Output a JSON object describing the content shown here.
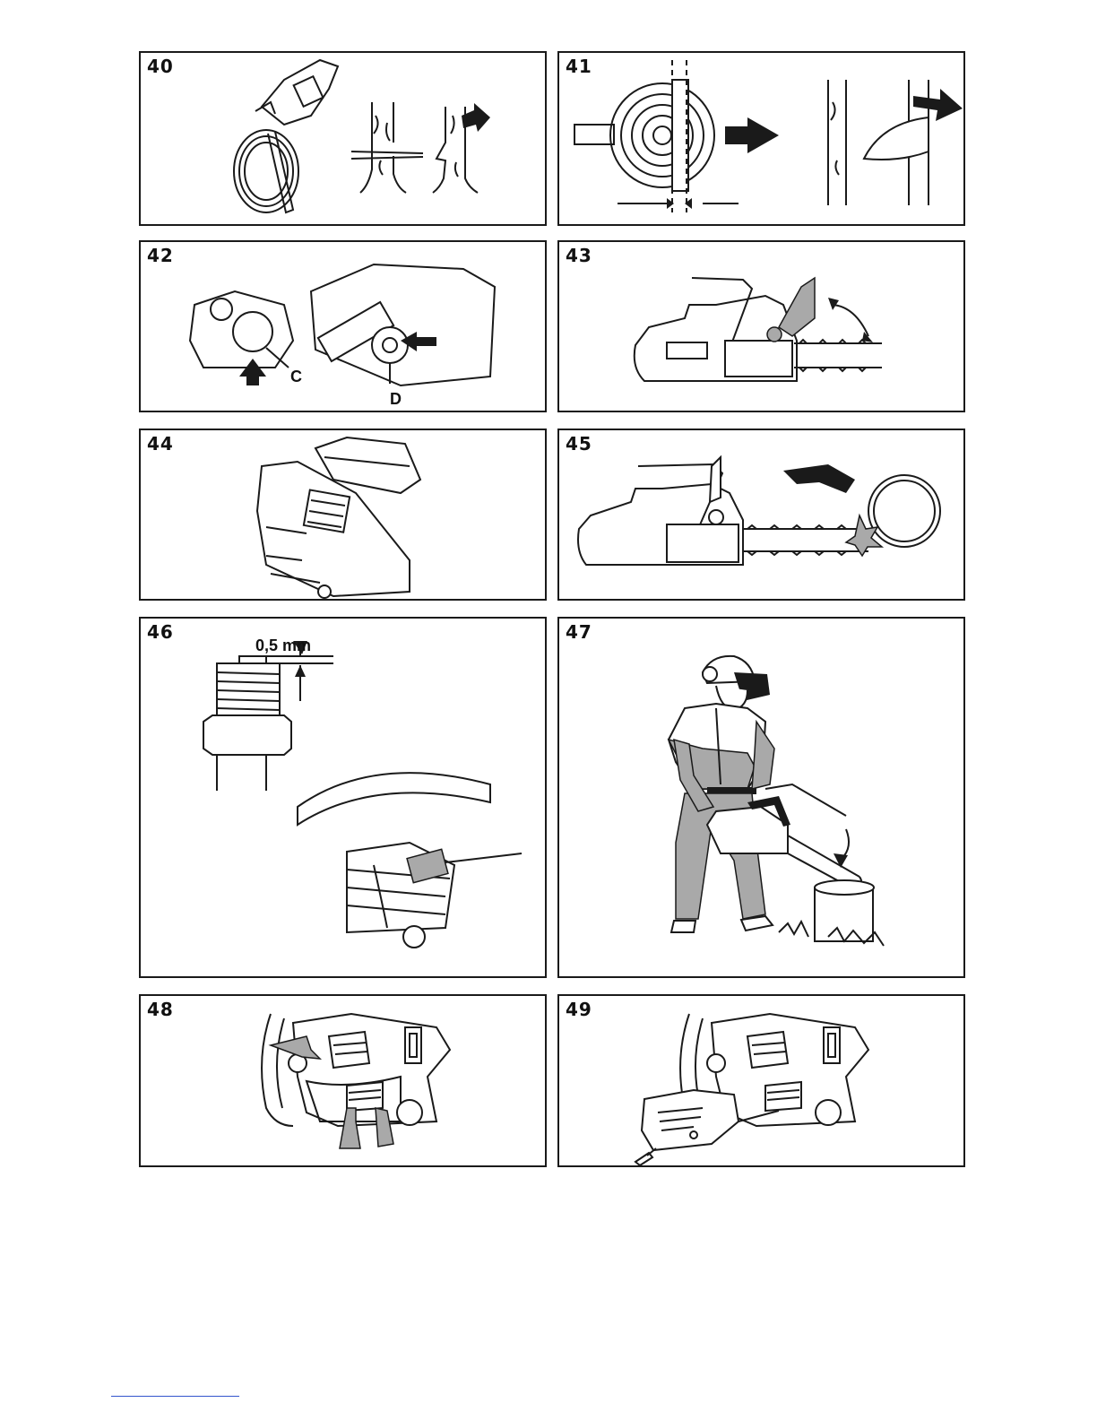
{
  "panels": [
    {
      "number": "40"
    },
    {
      "number": "41"
    },
    {
      "number": "42",
      "labels": [
        "C",
        "D"
      ]
    },
    {
      "number": "43"
    },
    {
      "number": "44"
    },
    {
      "number": "45"
    },
    {
      "number": "46",
      "labels": [
        "0,5 mm"
      ]
    },
    {
      "number": "47"
    },
    {
      "number": "48"
    },
    {
      "number": "49"
    }
  ]
}
